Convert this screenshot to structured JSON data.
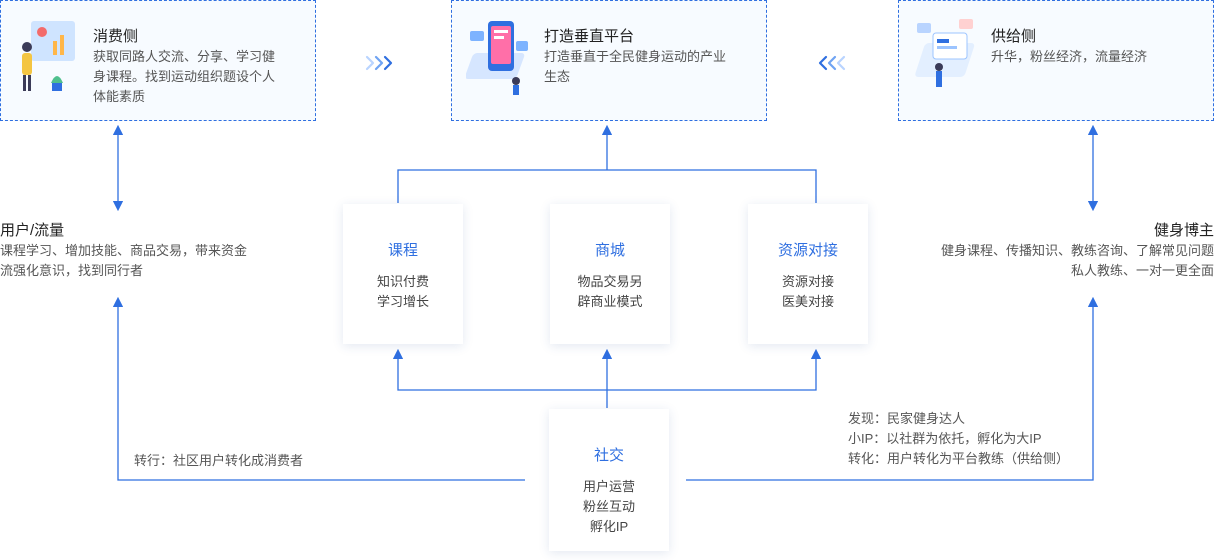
{
  "top": {
    "consumer": {
      "title": "消费侧",
      "desc": [
        "获取同路人交流、分享、学习健",
        "身课程。找到运动组织题设个人",
        "体能素质"
      ]
    },
    "platform": {
      "title": "打造垂直平台",
      "desc": [
        "打造垂直于全民健身运动的产业",
        "生态"
      ]
    },
    "supply": {
      "title": "供给侧",
      "desc": [
        "升华，粉丝经济，流量经济"
      ]
    }
  },
  "left": {
    "title": "用户/流量",
    "lines": [
      "课程学习、增加技能、商品交易，带来资金",
      "流强化意识，找到同行者"
    ]
  },
  "right": {
    "title": "健身博主",
    "lines": [
      "健身课程、传播知识、教练咨询、了解常见问题",
      "私人教练、一对一更全面"
    ]
  },
  "cards": {
    "course": {
      "title": "课程",
      "lines": [
        "知识付费",
        "学习增长"
      ]
    },
    "mall": {
      "title": "商城",
      "lines": [
        "物品交易另",
        "辟商业模式"
      ]
    },
    "resource": {
      "title": "资源对接",
      "lines": [
        "资源对接",
        "医美对接"
      ]
    },
    "social": {
      "title": "社交",
      "lines": [
        "用户运营",
        "粉丝互动",
        "孵化IP"
      ]
    }
  },
  "notes": {
    "left": "转行：社区用户转化成消费者",
    "right": [
      "发现：民家健身达人",
      "小IP：以社群为依托，孵化为大IP",
      "转化：用户转化为平台教练（供给侧）"
    ]
  },
  "colors": {
    "accent": "#2f6fe0",
    "line": "#2f6fe0",
    "dash": "#2f6fe0"
  }
}
